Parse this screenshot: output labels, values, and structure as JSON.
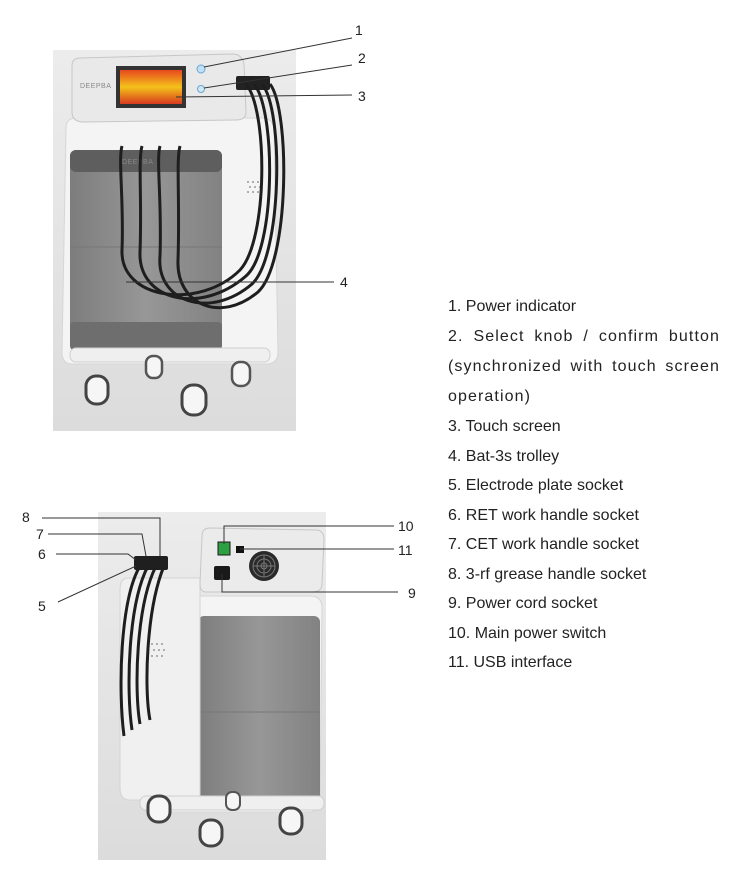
{
  "brand": "DEEPBA",
  "callouts": [
    "1",
    "2",
    "3",
    "4",
    "5",
    "6",
    "7",
    "8",
    "9",
    "10",
    "11"
  ],
  "legend": [
    "1. Power indicator",
    "2. Select knob / confirm button (synchronized with touch screen operation)",
    "3. Touch screen",
    "4. Bat-3s trolley",
    "5. Electrode plate socket",
    "6. RET work handle socket",
    "7. CET work handle socket",
    "8. 3-rf grease handle socket",
    "9. Power cord socket",
    "10. Main power switch",
    "11. USB interface"
  ],
  "colors": {
    "panel_gray": "#8c8c8c",
    "frame": "#f2f2f2",
    "screen_red": "#d83a1e",
    "screen_yellow": "#f4c21a",
    "switch_green": "#2ea043"
  }
}
